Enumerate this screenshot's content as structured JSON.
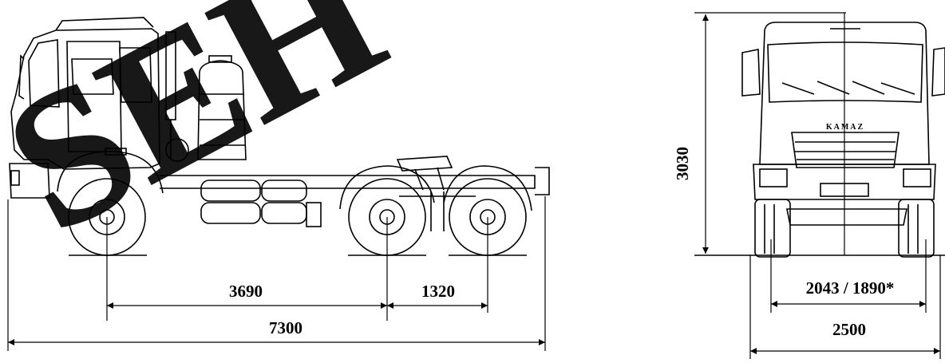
{
  "watermark": {
    "text": "SEH",
    "color": "#000000"
  },
  "side_view": {
    "dimensions": {
      "wheelbase_front": "3690",
      "wheelbase_rear": "1320",
      "overall_length": "7300"
    }
  },
  "front_view": {
    "badge": "KAMAZ",
    "dimensions": {
      "height": "3030",
      "track": "2043 / 1890*",
      "width": "2500"
    }
  },
  "colors": {
    "line": "#000000",
    "background": "#ffffff"
  }
}
